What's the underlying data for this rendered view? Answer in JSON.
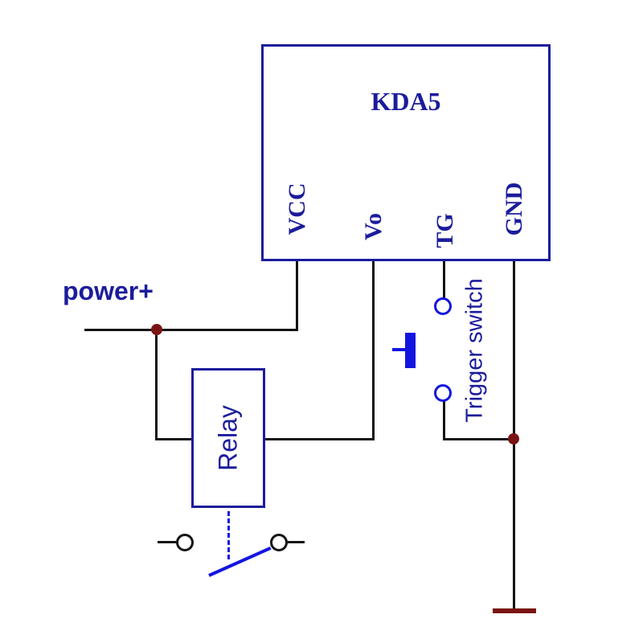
{
  "colors": {
    "ink": "#1c1c9c",
    "wire": "#141414",
    "junction": "#7a1414",
    "switch_blue": "#1414e0",
    "background": "#ffffff"
  },
  "ic": {
    "label": "KDA5",
    "pins": [
      {
        "name": "VCC"
      },
      {
        "name": "Vo"
      },
      {
        "name": "TG"
      },
      {
        "name": "GND"
      }
    ]
  },
  "labels": {
    "power": "power+",
    "relay": "Relay",
    "trigger_switch": "Trigger switch"
  }
}
